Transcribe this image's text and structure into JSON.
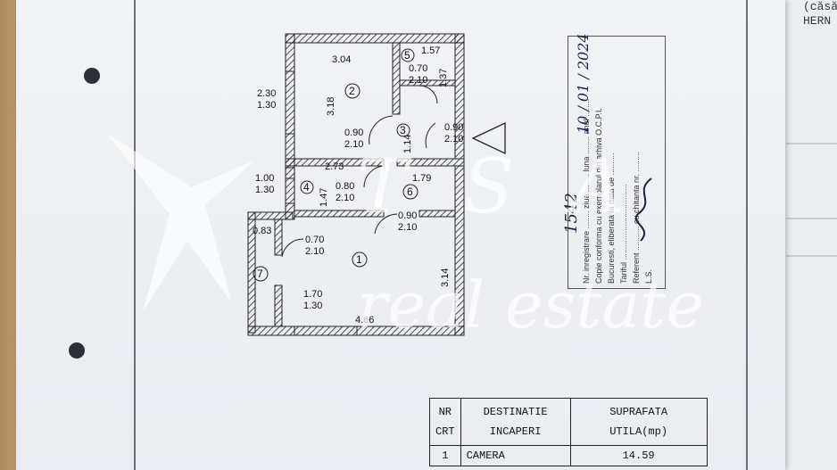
{
  "plan": {
    "dims": {
      "top_wall": "1.57",
      "room2_width": "3.04",
      "room2_height": "3.18",
      "window_left": "2.30",
      "window_left_h": "1.30",
      "door_small_w": "0.70",
      "door_small_h": "2.10",
      "bath_side": "1.37",
      "door_room2_w": "0.90",
      "door_room2_h": "2.10",
      "hall_height": "1.14",
      "entry_door_w": "0.90",
      "entry_door_h": "2.10",
      "room4_width": "2.73",
      "window4_w": "1.00",
      "window4_h": "1.30",
      "room4_height": "1.47",
      "door4_w": "0.80",
      "door4_h": "2.10",
      "room6_width": "1.79",
      "door1_w": "0.90",
      "door1_h": "2.10",
      "balcony_w": "0.83",
      "door_balcony_w": "0.70",
      "door_balcony_h": "2.10",
      "room1_height": "3.14",
      "window1_w": "1.70",
      "window1_h": "1.30",
      "room1_width": "4.66"
    },
    "rooms": [
      "1",
      "2",
      "3",
      "4",
      "5",
      "6",
      "7"
    ]
  },
  "stamp": {
    "lines": [
      "Nr. inregistrare ........ ziua ........ luna ........ anul ........",
      "Copie conforma cu exemplarul din arhiva O.C.P.I.",
      "Bucuresti, eliberata la data de ..........",
      "Tariful ..................................",
      "Referent ........... cu chitanta nr. .........",
      "L.S."
    ],
    "hand_number": "1542",
    "hand_date": "10 / 01 / 2024"
  },
  "corner_text": [
    "(căsăt",
    "HERN"
  ],
  "watermark": {
    "brand": "T S A",
    "tagline": "real estate"
  },
  "table": {
    "headers": [
      [
        "NR",
        "CRT"
      ],
      [
        "DESTINATIE",
        "INCAPERI"
      ],
      [
        "SUPRAFATA",
        "UTILA(mp)"
      ]
    ],
    "rows": [
      [
        "1",
        "CAMERA",
        "14.59"
      ]
    ]
  }
}
